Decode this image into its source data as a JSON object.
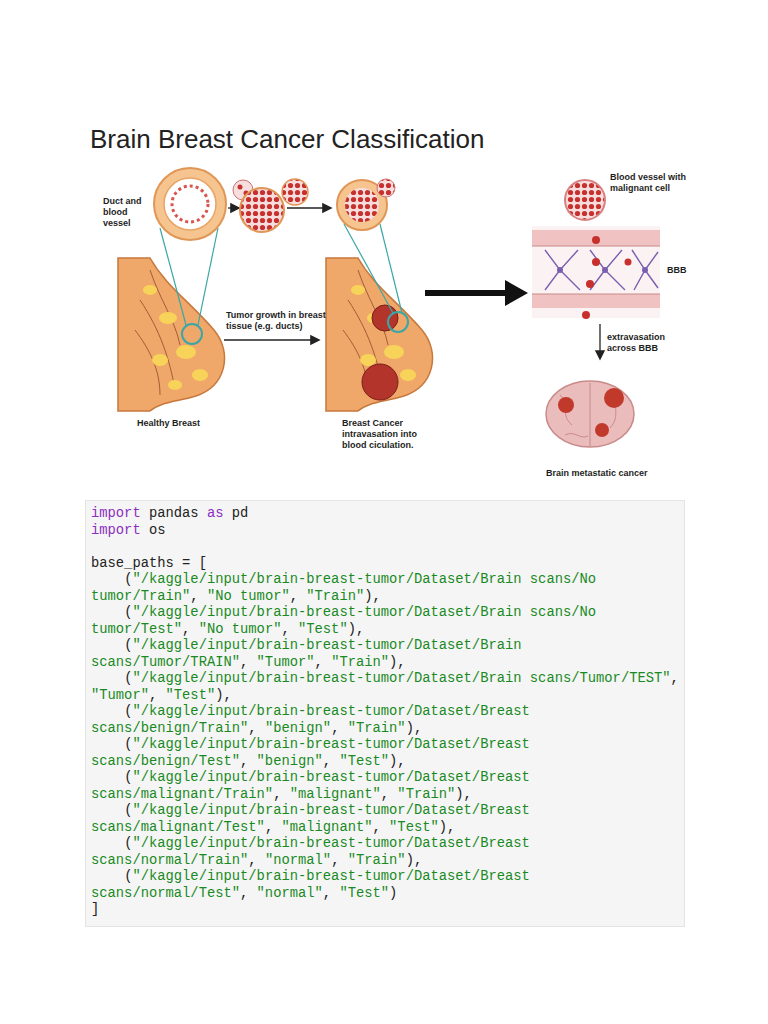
{
  "diagram": {
    "title": "Brain Breast Cancer Classification",
    "labels": [
      "Duct and blood vessel",
      "Tumor growth in breast tissue (e.g. ducts)",
      "Healthy Breast",
      "Breast Cancer intravasation into blood ciculation.",
      "Blood vessel with malignant cell",
      "BBB",
      "extravasation across BBB",
      "Brain metastatic cancer",
      "import",
      "pandas",
      "as",
      "pd",
      "import",
      "os",
      "base_paths = [",
      "(",
      "\"/kaggle/input/brain-breast-tumor/Dataset/Brain scans/No tumor/Train\"",
      ",",
      "\"No tumor\"",
      ",",
      "\"Train\"",
      "),",
      "(",
      "\"/kaggle/input/brain-breast-tumor/Dataset/Brain scans/No tumor/Test\"",
      ",",
      "\"No tumor\"",
      ",",
      "\"Test\"",
      "),",
      "(",
      "\"/kaggle/input/brain-breast-tumor/Dataset/Brain scans/Tumor/TRAIN\"",
      ",",
      "\"Tumor\"",
      ",",
      "\"Train\"",
      "),",
      "(",
      "\"/kaggle/input/brain-breast-tumor/Dataset/Brain scans/Tumor/TEST\"",
      ",",
      "\"Tumor\"",
      ",",
      "\"Test\"",
      "),",
      "(",
      "\"/kaggle/input/brain-breast-tumor/Dataset/Breast scans/benign/Train\"",
      ",",
      "\"benign\"",
      ",",
      "\"Train\"",
      "),",
      "(",
      "\"/kaggle/input/brain-breast-tumor/Dataset/Breast scans/benign/Test\"",
      ",",
      "\"benign\"",
      ",",
      "\"Test\"",
      "),",
      "(",
      "\"/kaggle/input/brain-breast-tumor/Dataset/Breast scans/malignant/Train\"",
      ",",
      "\"malignant\"",
      ",",
      "\"Train\"",
      "),",
      "(",
      "\"/kaggle/input/brain-breast-tumor/Dataset/Breast scans/malignant/Test\"",
      ",",
      "\"malignant\"",
      ",",
      "\"Test\"",
      "),",
      "(",
      "\"/kaggle/input/brain-breast-tumor/Dataset/Breast scans/normal/Train\"",
      ",",
      "\"normal\"",
      ",",
      "\"Train\"",
      "),",
      "(",
      "\"/kaggle/input/brain-breast-tumor/Dataset/Breast scans/normal/Test\"",
      ",",
      "\"normal\"",
      ",",
      "\"Test\"",
      ")",
      "]"
    ]
  }
}
